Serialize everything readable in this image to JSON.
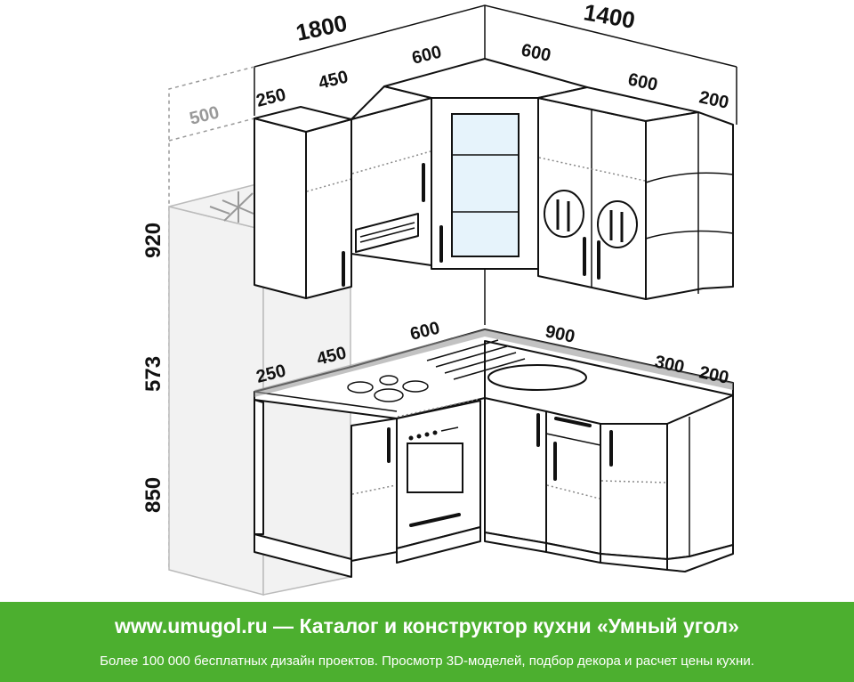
{
  "dimensions": {
    "top_total_left": "1800",
    "top_total_right": "1400",
    "top_depth_grey": "500",
    "top_left_250": "250",
    "top_left_450": "450",
    "top_corner_left_600": "600",
    "top_corner_right_600": "600",
    "top_right_600": "600",
    "top_right_200": "200",
    "height_920": "920",
    "height_573": "573",
    "height_850": "850",
    "base_left_250": "250",
    "base_left_450": "450",
    "base_corner_600": "600",
    "base_right_900": "900",
    "base_right_300": "300",
    "base_right_200": "200"
  },
  "footer": {
    "title": "www.umugol.ru — Каталог и конструктор кухни «Умный угол»",
    "subtitle": "Более 100 000 бесплатных дизайн проектов. Просмотр 3D-моделей, подбор декора и расчет цены кухни."
  }
}
